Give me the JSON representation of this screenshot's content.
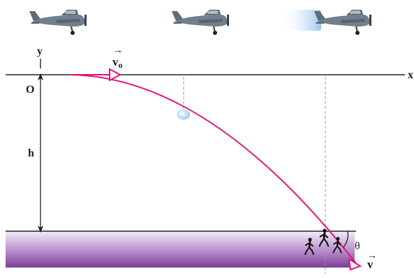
{
  "labels": {
    "y_axis": "y",
    "x_axis": "x",
    "origin": "O",
    "height": "h",
    "v0_main": "v",
    "v0_sub": "o",
    "v_final": "v",
    "angle": "θ",
    "vector_arrow": "→"
  },
  "icons": {
    "plane": "airplane-icon",
    "package": "falling-package-icon",
    "people": "running-people-icon"
  },
  "colors": {
    "trajectory": "#e0157a",
    "axis": "#222222",
    "ground_top": "#ffffff",
    "ground_bottom": "#7a3f95",
    "plane_body": "#6f7f8d",
    "package": "#bfe3f7"
  }
}
